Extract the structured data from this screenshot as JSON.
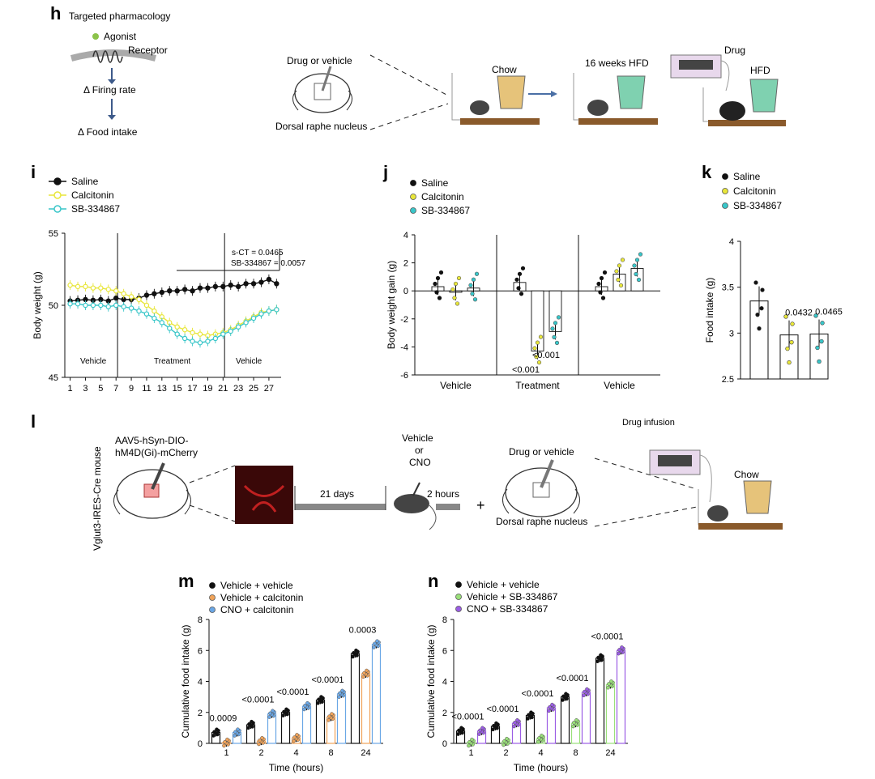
{
  "panels": {
    "h": {
      "letter": "h",
      "title": "Targeted pharmacology",
      "agonist": "Agonist",
      "receptor": "Receptor",
      "firing": "Δ Firing rate",
      "food": "Δ Food intake",
      "drug_or_vehicle": "Drug or vehicle",
      "drn": "Dorsal raphe nucleus",
      "chow": "Chow",
      "hfd16": "16 weeks HFD",
      "drug": "Drug",
      "hfd": "HFD"
    },
    "i": {
      "letter": "i"
    },
    "j": {
      "letter": "j"
    },
    "k": {
      "letter": "k"
    },
    "l": {
      "letter": "l",
      "virus1": "AAV5-hSyn-DIO-",
      "virus2": "hM4D(Gi)-mCherry",
      "mouse": "Vglut3-IRES-Cre mouse",
      "days": "21 days",
      "veh1": "Vehicle",
      "or": "or",
      "cno": "CNO",
      "hours": "2 hours",
      "plus": "+",
      "drug_or_vehicle": "Drug or vehicle",
      "drn": "Dorsal raphe nucleus",
      "infusion": "Drug infusion",
      "chow": "Chow"
    },
    "m": {
      "letter": "m"
    },
    "n": {
      "letter": "n"
    }
  },
  "colors": {
    "black": "#111111",
    "yellow": "#e8e63a",
    "yellow_edge": "#a9a000",
    "cyan": "#39c6c9",
    "cyan_edge": "#149e9e",
    "orange": "#f0a35a",
    "blue": "#6aa7e6",
    "lightgreen": "#9ae07a",
    "purple": "#9b5de5"
  },
  "chart_data": [
    {
      "id": "i",
      "type": "line",
      "xlabel": "",
      "ylabel": "Body weight (g)",
      "ylim": [
        45,
        55
      ],
      "yticks": [
        45,
        50,
        55
      ],
      "xticks": [
        1,
        3,
        5,
        7,
        9,
        11,
        13,
        15,
        17,
        19,
        21,
        23,
        25,
        27
      ],
      "x": [
        1,
        2,
        3,
        4,
        5,
        6,
        7,
        8,
        9,
        10,
        11,
        12,
        13,
        14,
        15,
        16,
        17,
        18,
        19,
        20,
        21,
        22,
        23,
        24,
        25,
        26,
        27,
        28
      ],
      "series": [
        {
          "name": "Saline",
          "color": "#111111",
          "values": [
            50.3,
            50.35,
            50.4,
            50.35,
            50.4,
            50.3,
            50.5,
            50.4,
            50.4,
            50.5,
            50.7,
            50.8,
            50.9,
            51.0,
            51.0,
            51.1,
            51.0,
            51.2,
            51.2,
            51.3,
            51.3,
            51.4,
            51.3,
            51.5,
            51.5,
            51.6,
            51.8,
            51.5
          ]
        },
        {
          "name": "Calcitonin",
          "color": "#e8e63a",
          "values": [
            51.4,
            51.3,
            51.3,
            51.2,
            51.2,
            51.1,
            51.0,
            50.8,
            50.6,
            50.4,
            50.0,
            49.6,
            49.2,
            48.8,
            48.5,
            48.3,
            48.1,
            48.0,
            47.9,
            48.0,
            48.1,
            48.3,
            48.6,
            48.9,
            49.2,
            49.5,
            49.6,
            49.7
          ]
        },
        {
          "name": "SB-334867",
          "color": "#39c6c9",
          "values": [
            50.1,
            50.1,
            50.0,
            50.0,
            50.0,
            49.9,
            50.0,
            49.9,
            49.8,
            49.6,
            49.4,
            49.1,
            48.8,
            48.4,
            48.0,
            47.7,
            47.5,
            47.4,
            47.5,
            47.7,
            48.0,
            48.2,
            48.5,
            48.8,
            49.1,
            49.4,
            49.6,
            49.7
          ]
        }
      ],
      "legend": [
        "Saline",
        "Calcitonin",
        "SB-334867"
      ],
      "phases": [
        "Vehicle",
        "Treatment",
        "Vehicle"
      ],
      "stats": [
        "s-CT = 0.0465",
        "SB-334867 = 0.0057"
      ]
    },
    {
      "id": "j",
      "type": "bar",
      "ylabel": "Body weight gain (g)",
      "ylim": [
        -6,
        4
      ],
      "yticks": [
        4,
        2,
        0,
        -2,
        -4,
        -6
      ],
      "categories": [
        "Vehicle",
        "Treatment",
        "Vehicle"
      ],
      "series": [
        {
          "name": "Saline",
          "color": "#111111",
          "values": [
            0.3,
            0.6,
            0.3
          ]
        },
        {
          "name": "Calcitonin",
          "color": "#e8e63a",
          "values": [
            -0.1,
            -4.3,
            1.2
          ]
        },
        {
          "name": "SB-334867",
          "color": "#39c6c9",
          "values": [
            0.2,
            -2.9,
            1.6
          ]
        }
      ],
      "annotations": [
        "<0.001",
        "<0.001"
      ]
    },
    {
      "id": "k",
      "type": "bar",
      "ylabel": "Food intake (g)",
      "ylim": [
        2.5,
        4.0
      ],
      "yticks": [
        2.5,
        3.0,
        3.5,
        4.0
      ],
      "categories": [
        "Saline",
        "Calcitonin",
        "SB-334867"
      ],
      "values": [
        3.35,
        2.98,
        2.99
      ],
      "colors": [
        "#111111",
        "#e8e63a",
        "#39c6c9"
      ],
      "annotations": [
        "",
        "0.0432",
        "0.0465"
      ]
    },
    {
      "id": "m",
      "type": "bar",
      "xlabel": "Time (hours)",
      "ylabel": "Cumulative food intake (g)",
      "ylim": [
        0,
        8
      ],
      "yticks": [
        0,
        2,
        4,
        6,
        8
      ],
      "categories": [
        "1",
        "2",
        "4",
        "8",
        "24"
      ],
      "series": [
        {
          "name": "Vehicle + vehicle",
          "color": "#111111",
          "values": [
            0.7,
            1.2,
            2.0,
            2.8,
            5.8
          ]
        },
        {
          "name": "Vehicle + calcitonin",
          "color": "#f0a35a",
          "values": [
            0.05,
            0.15,
            0.35,
            1.7,
            4.5
          ]
        },
        {
          "name": "CNO + calcitonin",
          "color": "#6aa7e6",
          "values": [
            0.7,
            1.9,
            2.4,
            3.2,
            6.4
          ]
        }
      ],
      "annotations": [
        "0.0009",
        "<0.0001",
        "<0.0001",
        "<0.0001",
        "0.0003"
      ]
    },
    {
      "id": "n",
      "type": "bar",
      "xlabel": "Time (hours)",
      "ylabel": "Cumulative food intake (g)",
      "ylim": [
        0,
        8
      ],
      "yticks": [
        0,
        2,
        4,
        6,
        8
      ],
      "categories": [
        "1",
        "2",
        "4",
        "8",
        "24"
      ],
      "series": [
        {
          "name": "Vehicle + vehicle",
          "color": "#111111",
          "values": [
            0.8,
            1.1,
            1.8,
            3.0,
            5.5
          ]
        },
        {
          "name": "Vehicle + SB-334867",
          "color": "#9ae07a",
          "values": [
            0.05,
            0.1,
            0.3,
            1.3,
            3.8
          ]
        },
        {
          "name": "CNO + SB-334867",
          "color": "#9b5de5",
          "values": [
            0.8,
            1.3,
            2.3,
            3.3,
            6.0
          ]
        }
      ],
      "annotations": [
        "<0.0001",
        "<0.0001",
        "<0.0001",
        "<0.0001",
        "<0.0001"
      ]
    }
  ]
}
